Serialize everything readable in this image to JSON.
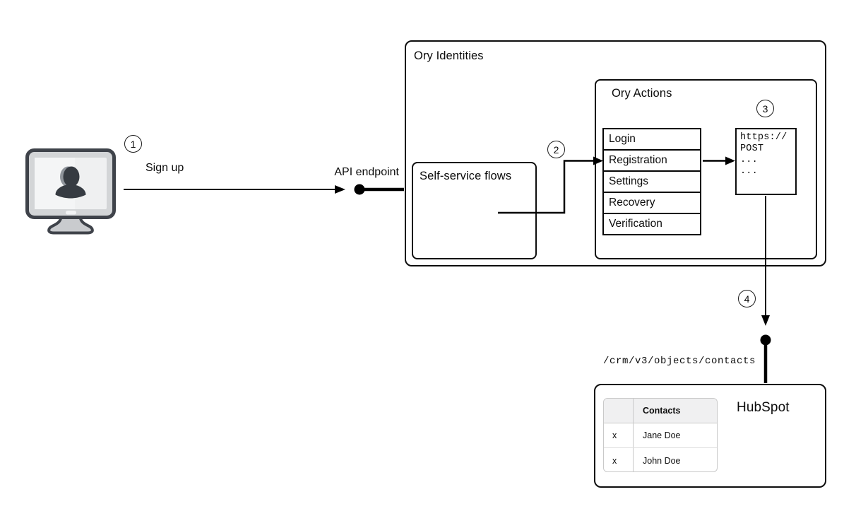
{
  "client": {
    "step_badge": "1",
    "action_label": "Sign up",
    "icon": "user-monitor-icon"
  },
  "api_endpoint": {
    "label": "API endpoint"
  },
  "ory_identities": {
    "title": "Ory Identities",
    "self_service_flows": {
      "title": "Self-service flows"
    },
    "ory_actions": {
      "title": "Ory Actions",
      "step_badge_in": "2",
      "step_badge_webhook": "3",
      "flow_list": [
        "Login",
        "Registration",
        "Settings",
        "Recovery",
        "Verification"
      ],
      "webhook_snippet": [
        "https://",
        "POST",
        "...",
        "..."
      ]
    }
  },
  "hubspot": {
    "step_badge": "4",
    "api_path": "/crm/v3/objects/contacts",
    "title": "HubSpot",
    "contacts_table": {
      "header": [
        "",
        "Contacts"
      ],
      "rows": [
        [
          "x",
          "Jane Doe"
        ],
        [
          "x",
          "John Doe"
        ]
      ]
    }
  },
  "colors": {
    "line": "#000000",
    "box_border": "#0d0d0d",
    "table_border": "#c9c9c9",
    "table_header_bg": "#f0f0f1",
    "background": "#ffffff",
    "monitor_outline": "#3f434a",
    "monitor_bezel": "#d3d5d7",
    "monitor_screen": "#eff0f1",
    "silhouette": "#363b42"
  }
}
